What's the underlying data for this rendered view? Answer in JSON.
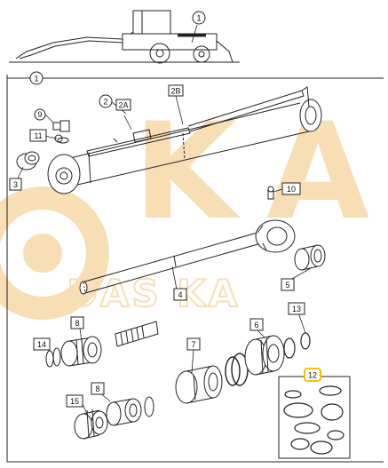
{
  "watermark": {
    "brand": "DAS KA",
    "letters": [
      "K",
      "A"
    ],
    "color": "#f2c47a"
  },
  "callouts": [
    {
      "id": "item-1-machine",
      "text": "1"
    },
    {
      "id": "item-1-assembly",
      "text": "1"
    },
    {
      "id": "item-2",
      "text": "2"
    },
    {
      "id": "item-2a",
      "text": "2A"
    },
    {
      "id": "item-2b",
      "text": "2B"
    },
    {
      "id": "item-3",
      "text": "3"
    },
    {
      "id": "item-4",
      "text": "4"
    },
    {
      "id": "item-5",
      "text": "5"
    },
    {
      "id": "item-6",
      "text": "6"
    },
    {
      "id": "item-7",
      "text": "7"
    },
    {
      "id": "item-8-upper",
      "text": "8"
    },
    {
      "id": "item-8-lower",
      "text": "8"
    },
    {
      "id": "item-9",
      "text": "9"
    },
    {
      "id": "item-10",
      "text": "10"
    },
    {
      "id": "item-11",
      "text": "11"
    },
    {
      "id": "item-12",
      "text": "12"
    },
    {
      "id": "item-13",
      "text": "13"
    },
    {
      "id": "item-14",
      "text": "14"
    },
    {
      "id": "item-15",
      "text": "15"
    }
  ],
  "highlight_color": "#f5c400"
}
